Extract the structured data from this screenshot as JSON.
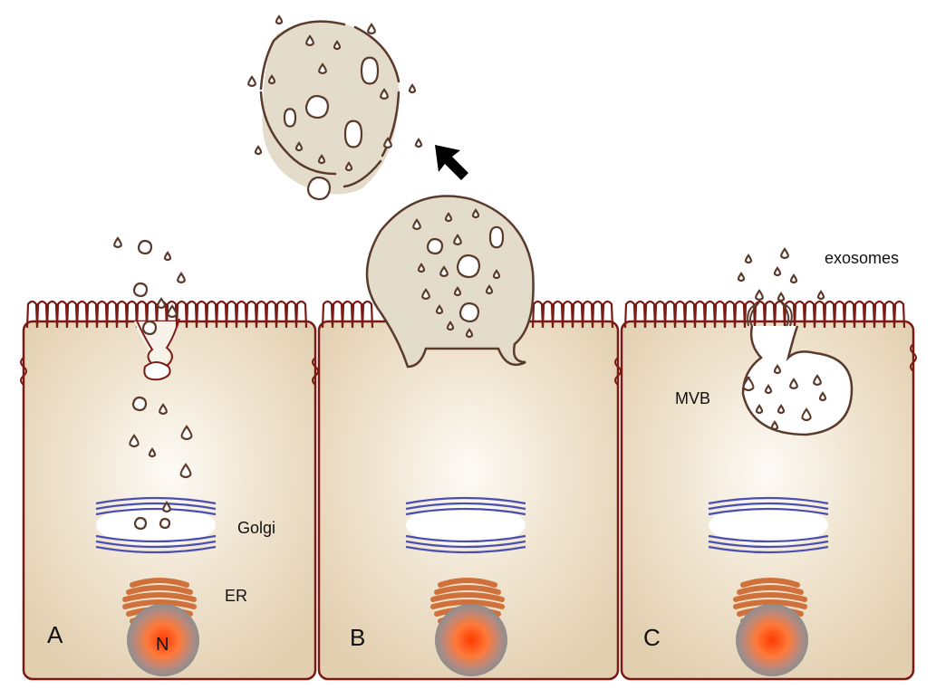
{
  "labels": {
    "golgi": "Golgi",
    "er": "ER",
    "nucleus": "N",
    "mvb": "MVB",
    "exosomes": "exosomes"
  },
  "panels": [
    "A",
    "B",
    "C"
  ],
  "colors": {
    "membrane": "#7a1a14",
    "cytoplasm": "#ecdcc0",
    "vesicle_fill": "#e4dccb",
    "vesicle_stroke": "#5a3a2a",
    "golgi": "#4a4fb0",
    "er": "#d0703a",
    "nucleus_outer": "#8c8c8c",
    "nucleus_core": "#ff4a10",
    "arrow": "#000000"
  },
  "icons": [
    "arrow-up-left-icon"
  ]
}
